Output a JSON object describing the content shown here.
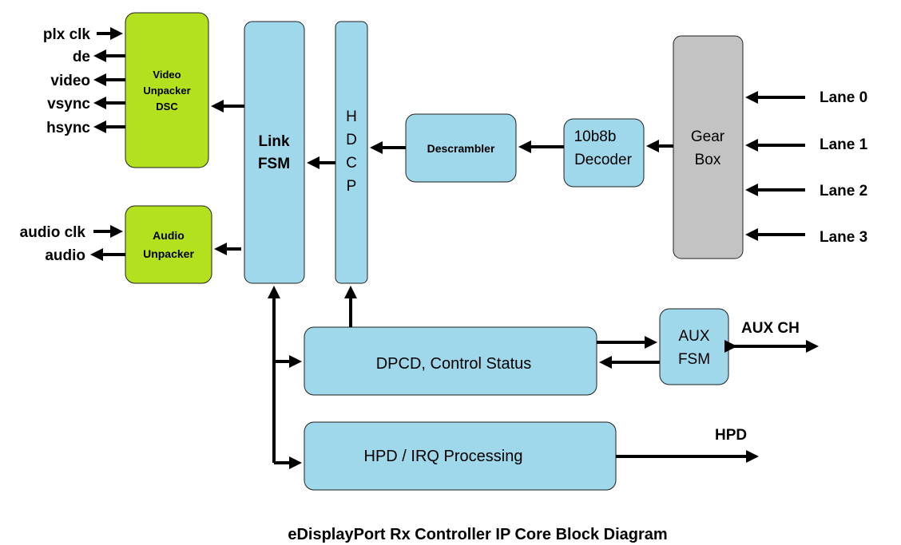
{
  "blocks": {
    "video_unpacker": [
      "Video",
      "Unpacker",
      "DSC"
    ],
    "audio_unpacker": [
      "Audio",
      "Unpacker"
    ],
    "link_fsm": [
      "Link",
      "FSM"
    ],
    "hdcp": [
      "H",
      "D",
      "C",
      "P"
    ],
    "descrambler": "Descrambler",
    "decoder": [
      "10b8b",
      "Decoder"
    ],
    "gearbox": [
      "Gear",
      "Box"
    ],
    "dpcd": "DPCD, Control Status",
    "aux_fsm": [
      "AUX",
      "FSM"
    ],
    "hpd_irq": "HPD / IRQ Processing"
  },
  "signals": {
    "plx_clk": "plx clk",
    "de": "de",
    "video": "video",
    "vsync": "vsync",
    "hsync": "hsync",
    "audio_clk": "audio clk",
    "audio": "audio",
    "lanes": [
      "Lane 0",
      "Lane 1",
      "Lane 2",
      "Lane 3"
    ],
    "aux_ch": "AUX CH",
    "hpd": "HPD"
  },
  "caption": "eDisplayPort Rx Controller IP Core Block Diagram",
  "colors": {
    "blue_block": "#9fd8ea",
    "green_block": "#b3e11d",
    "gray_block": "#c3c3c3",
    "wire": "#000000"
  }
}
